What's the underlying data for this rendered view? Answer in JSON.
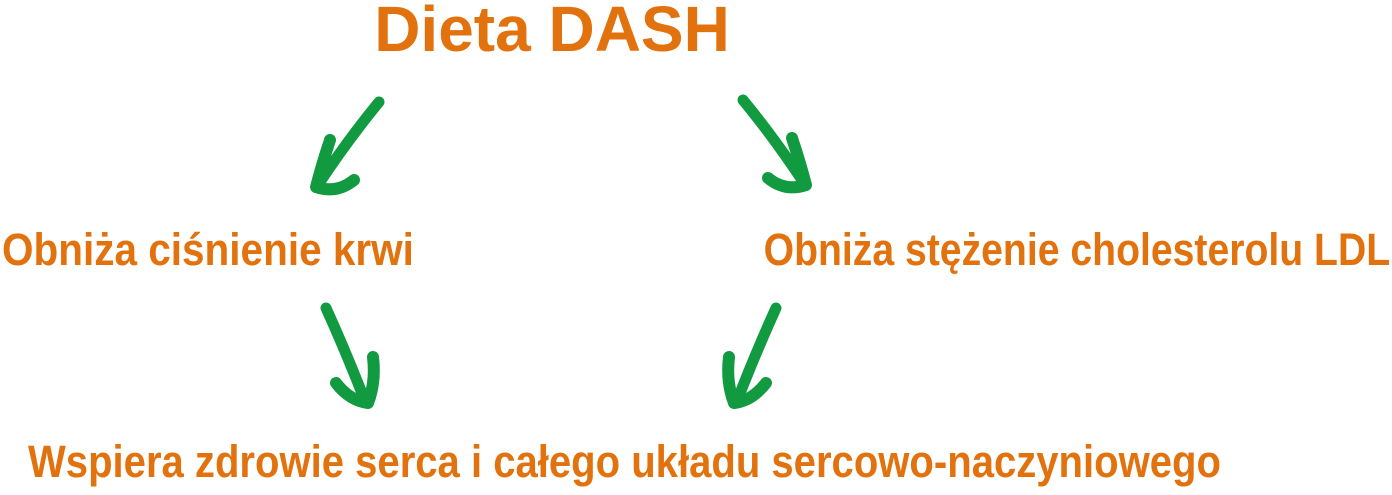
{
  "colors": {
    "orange": "#E2720E",
    "green": "#129A40",
    "background": "#ffffff"
  },
  "diagram": {
    "title": "Dieta DASH",
    "branches": {
      "left": "Obniża ciśnienie krwi",
      "right": "Obniża stężenie cholesterolu LDL"
    },
    "outcome": "Wspiera zdrowie serca i całego układu sercowo-naczyniowego",
    "arrows": [
      {
        "id": "title-to-left-branch",
        "direction": "down-left"
      },
      {
        "id": "title-to-right-branch",
        "direction": "down-right"
      },
      {
        "id": "left-branch-to-outcome",
        "direction": "down-right"
      },
      {
        "id": "right-branch-to-outcome",
        "direction": "down-left"
      }
    ]
  }
}
